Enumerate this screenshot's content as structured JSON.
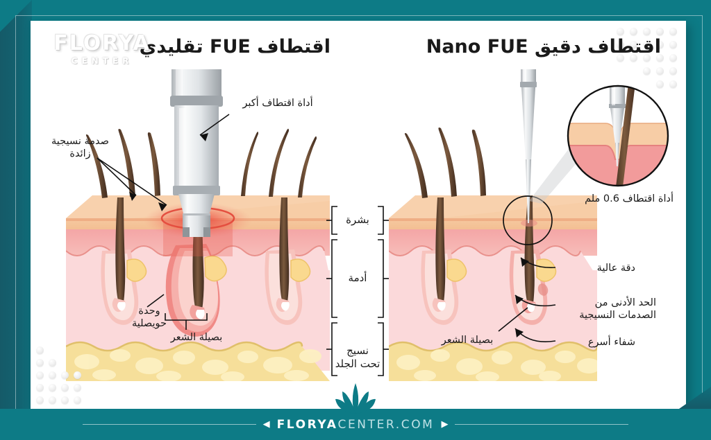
{
  "brand": {
    "watermark_main": "FLORYA",
    "watermark_sub": "CENTER",
    "footer_brand": "FLORYA",
    "footer_brand_rest": "CENTER.COM",
    "teal": "#0d7b86",
    "teal_dark": "#155a68"
  },
  "panels": {
    "left": {
      "title": "اقتطاف FUE تقليدي",
      "labels": {
        "tool": "أداة اقتطاف أكبر",
        "trauma": "صدمة نسيجية\nزائدة",
        "follicular_unit": "وحدة\nحويصلية",
        "hair_bulb": "بصيلة الشعر"
      }
    },
    "right": {
      "title": "اقتطاف دقيق Nano FUE",
      "labels": {
        "tool": "أداة اقتطاف 0.6 ملم",
        "precision": "دقة عالية",
        "min_trauma": "الحد الأدنى من\nالصدمات النسيجية",
        "faster_healing": "شفاء أسرع",
        "hair_bulb": "بصيلة الشعر"
      }
    }
  },
  "skin_layers": [
    {
      "id": "epidermis",
      "label": "بشرة"
    },
    {
      "id": "dermis",
      "label": "أدمة"
    },
    {
      "id": "subcutaneous",
      "label": "نسيج\nتحت الجلد"
    }
  ],
  "footer": {
    "arrow_right": "▶",
    "arrow_left": "◀"
  }
}
